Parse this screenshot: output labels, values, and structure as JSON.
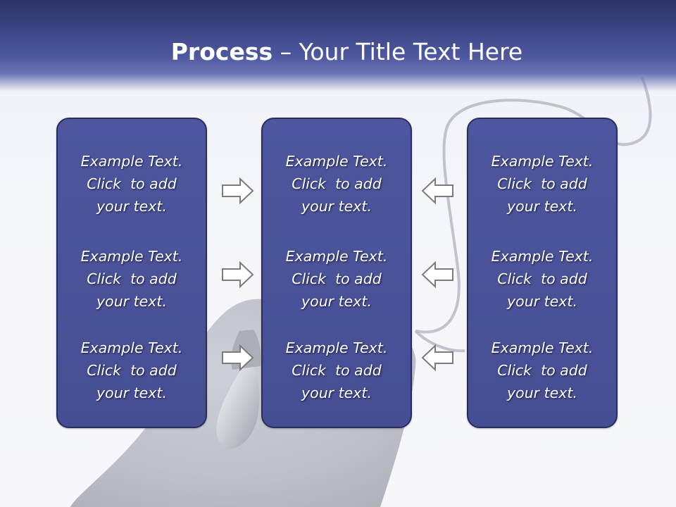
{
  "title": {
    "bold": "Process",
    "rest": " – Your Title Text Here"
  },
  "columns": [
    {
      "items": [
        {
          "l1": "Example Text.",
          "l2": "Click  to add",
          "l3": "your text."
        },
        {
          "l1": "Example Text.",
          "l2": "Click  to add",
          "l3": "your text."
        },
        {
          "l1": "Example Text.",
          "l2": "Click  to add",
          "l3": "your text."
        }
      ]
    },
    {
      "items": [
        {
          "l1": "Example Text.",
          "l2": "Click  to add",
          "l3": "your text."
        },
        {
          "l1": "Example Text.",
          "l2": "Click  to add",
          "l3": "your text."
        },
        {
          "l1": "Example Text.",
          "l2": "Click  to add",
          "l3": "your text."
        }
      ]
    },
    {
      "items": [
        {
          "l1": "Example Text.",
          "l2": "Click  to add",
          "l3": "your text."
        },
        {
          "l1": "Example Text.",
          "l2": "Click  to add",
          "l3": "your text."
        },
        {
          "l1": "Example Text.",
          "l2": "Click  to add",
          "l3": "your text."
        }
      ]
    }
  ],
  "arrows": {
    "left_group": "arrow-right-icon",
    "right_group": "arrow-left-icon"
  },
  "colors": {
    "header": "#3b4483",
    "panel": "#4a5399",
    "panel_border": "#272d5c",
    "arrow_outline": "#7b7b7b"
  }
}
